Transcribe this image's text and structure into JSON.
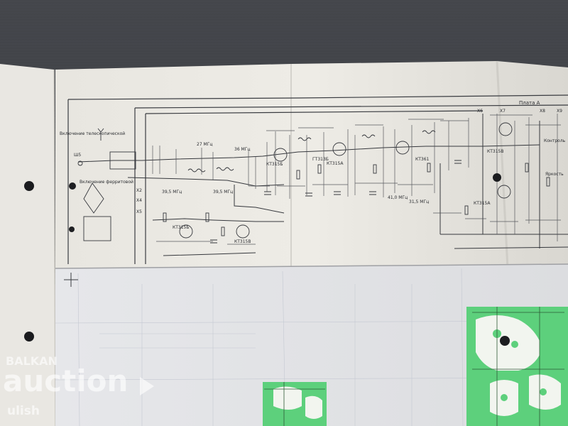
{
  "photo": {
    "subject": "printed radio receiver schematic sheet with PCB layout, photographed on dark fabric",
    "colors": {
      "fabric": "#3b3d42",
      "paper": "#eceae4",
      "ink": "#33353a",
      "pcb": "#5ad07a"
    }
  },
  "schematic": {
    "board_label": "Плата А",
    "left_labels": [
      "Включение телескопической",
      "Включение ферритовой"
    ],
    "freq_labels": [
      "39,5 МГц",
      "39,5 МГц",
      "41,0 МГц",
      "31,5 МГц",
      "27 МГц",
      "36 МГц"
    ],
    "part_labels": [
      "КТ315Б",
      "КТ315А",
      "ГТ313Б",
      "КТ361",
      "КТ315Б",
      "КТ315В",
      "КТ315А",
      "КТ315В",
      "Контроль",
      "Яркость"
    ],
    "terminal_labels": [
      "Ш5",
      "Х2",
      "Х4",
      "Х5",
      "Х6",
      "Х7",
      "Х8",
      "Х9"
    ]
  },
  "watermark": {
    "line1": "BALKAN",
    "line2": "auction",
    "line3": "ulish"
  }
}
